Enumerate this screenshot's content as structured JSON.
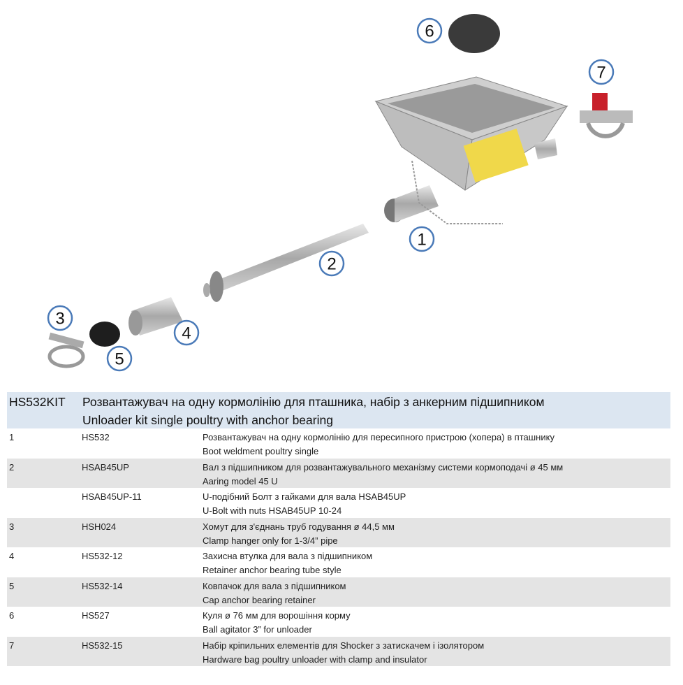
{
  "callouts": [
    "1",
    "2",
    "3",
    "4",
    "5",
    "6",
    "7"
  ],
  "kit": {
    "code": "HS532KIT",
    "title_uk": "Розвантажувач на одну кормолінію для пташника, набір з анкерним підшипником",
    "title_en": "Unloader kit single poultry with anchor bearing"
  },
  "rows": [
    {
      "num": "1",
      "code": "HS532",
      "uk": "Розвантажувач на одну кормолінію для пересипного пристрою (хопера) в пташнику",
      "en": "Boot weldment poultry single"
    },
    {
      "num": "2",
      "code": "HSAB45UP",
      "uk": "Вал з підшипником для розвантажувального механізму системи кормоподачі ø 45 мм",
      "en": "Aaring model 45 U"
    },
    {
      "num": "",
      "code": "HSAB45UP-11",
      "uk": "U-подібний Болт з гайками для вала HSAB45UP",
      "en": "U-Bolt with nuts  HSAB45UP 10-24"
    },
    {
      "num": "3",
      "code": "HSH024",
      "uk": "Хомут для з'єднань труб годування ø 44,5 мм",
      "en": "Clamp hanger only for 1-3/4”  pipe"
    },
    {
      "num": "4",
      "code": "HS532-12",
      "uk": "Захисна втулка для вала з підшипником",
      "en": "Retainer anchor bearing tube style"
    },
    {
      "num": "5",
      "code": "HS532-14",
      "uk": "Ковпачок для вала з підшипником",
      "en": "Cap anchor bearing retainer"
    },
    {
      "num": "6",
      "code": "HS527",
      "uk": "Куля ø 76 мм для ворошіння корму",
      "en": "Ball agitator 3” for unloader"
    },
    {
      "num": "7",
      "code": "HS532-15",
      "uk": "Набір кріпильних елементів для Shocker з затискачем і ізолятором",
      "en": "Hardware bag poultry unloader with clamp and insulator"
    }
  ],
  "colors": {
    "header_bg": "#dce6f1",
    "row_alt": "#e4e4e4",
    "callout_ring": "#4a7ab8"
  }
}
